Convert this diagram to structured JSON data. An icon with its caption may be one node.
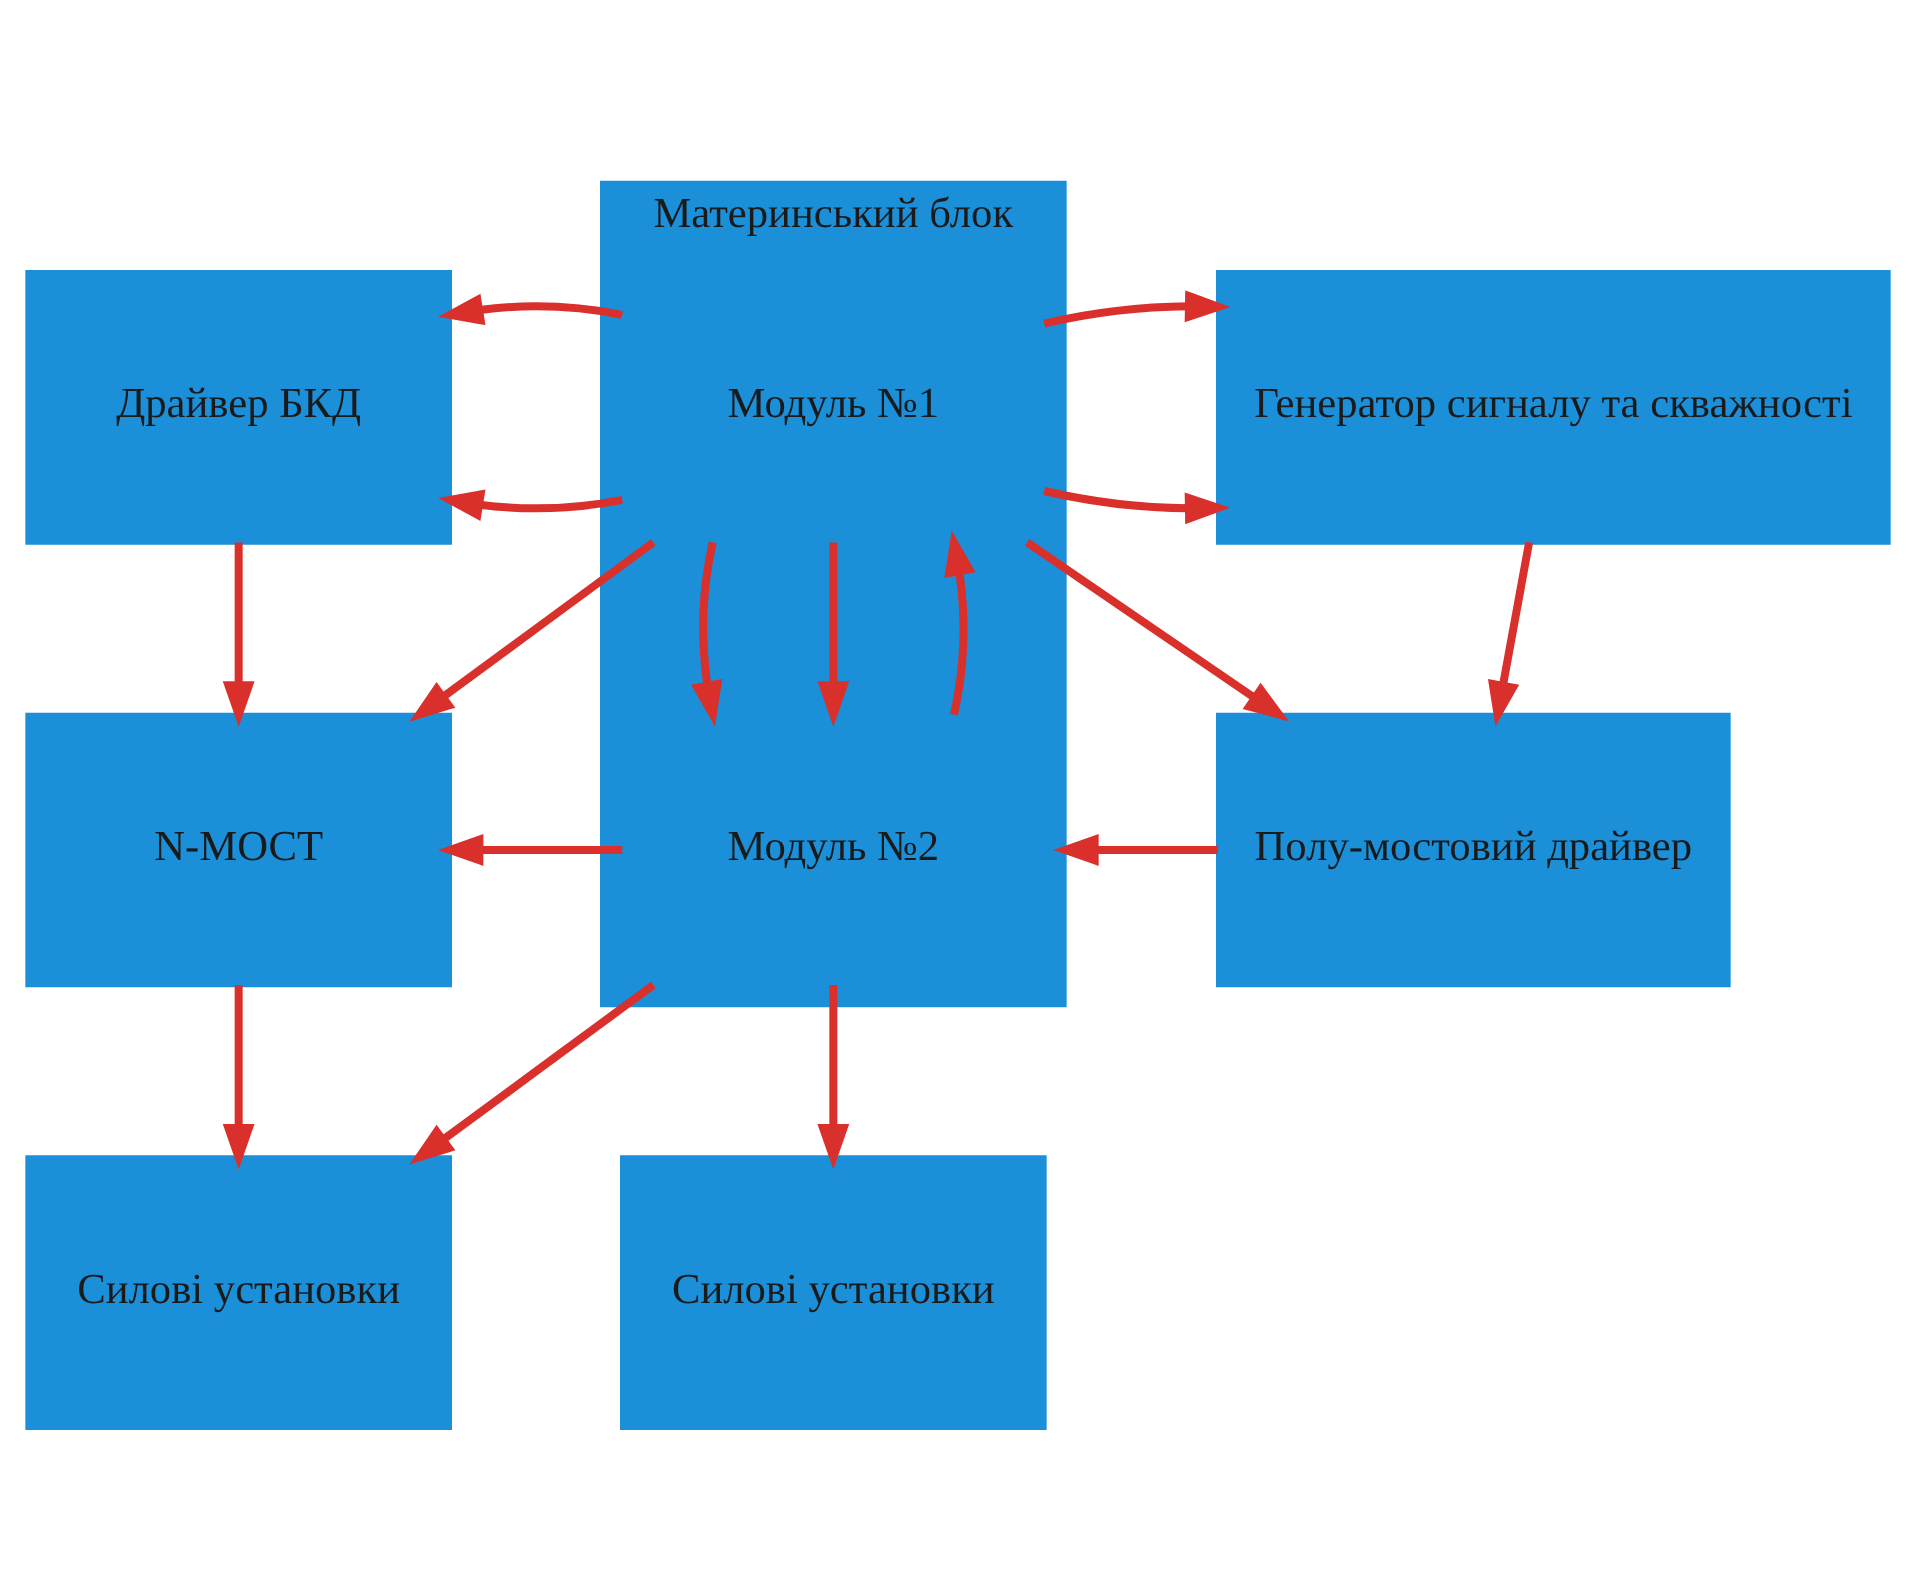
{
  "diagram": {
    "nodes": [
      {
        "text": [
          "Драйвер БКД"
        ]
      },
      {
        "text": [
          "Материнський блок"
        ]
      },
      {
        "text": [
          "Модуль №1"
        ],
        "in": 1
      },
      {
        "text": [
          "Генератор сигналу та скважності"
        ]
      },
      {
        "text": [
          "N-МОСТ"
        ]
      },
      {
        "text": [
          "Модуль №2"
        ],
        "in": 1
      },
      {
        "text": [
          "Полу-мостовий драйвер"
        ]
      },
      {
        "text": [
          "Силові установки"
        ]
      },
      {
        "text": [
          "Силові установки"
        ]
      }
    ],
    "edges": [
      {
        "from": 2,
        "to": 0,
        "arrow": "to"
      },
      {
        "from": 2,
        "to": 0,
        "arrow": "to"
      },
      {
        "from": 2,
        "to": 3,
        "arrow": "to"
      },
      {
        "from": 2,
        "to": 3,
        "arrow": "to"
      },
      {
        "from": 2,
        "to": 4,
        "arrow": "to"
      },
      {
        "from": 2,
        "to": 6,
        "arrow": "to"
      },
      {
        "from": 0,
        "to": 4,
        "arrow": "to"
      },
      {
        "from": 3,
        "to": 6,
        "arrow": "to"
      },
      {
        "from": 2,
        "to": 5,
        "arrow": "to"
      },
      {
        "from": 2,
        "to": 5,
        "arrow": "to"
      },
      {
        "from": 5,
        "to": 2,
        "arrow": "to"
      },
      {
        "from": 5,
        "to": 4,
        "arrow": "to"
      },
      {
        "from": 6,
        "to": 1,
        "arrow": "to"
      },
      {
        "from": 4,
        "to": 7,
        "arrow": "to"
      },
      {
        "from": 5,
        "to": 7,
        "arrow": "to"
      },
      {
        "from": 5,
        "to": 8,
        "arrow": "to"
      }
    ]
  }
}
